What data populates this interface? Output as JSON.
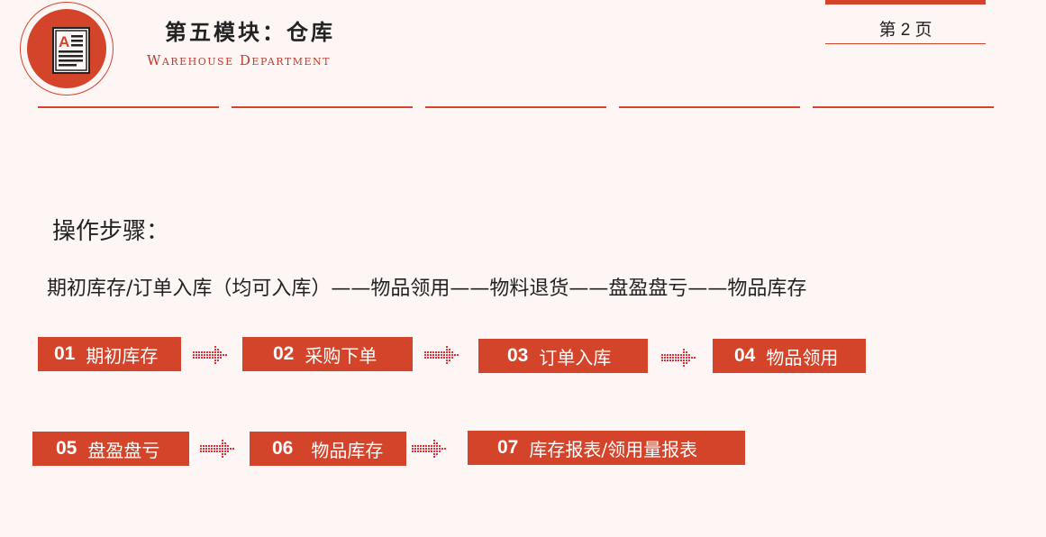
{
  "header": {
    "title_cn": "第五模块：仓库",
    "title_en": "Warehouse Department",
    "page_number": "第 2 页"
  },
  "content": {
    "heading": "操作步骤：",
    "flow": "期初库存/订单入库（均可入库）——物品领用——物料退货——盘盈盘亏——物品库存"
  },
  "steps": [
    {
      "num": "01",
      "label": "期初库存"
    },
    {
      "num": "02",
      "label": "采购下单"
    },
    {
      "num": "03",
      "label": "订单入库"
    },
    {
      "num": "04",
      "label": "物品领用"
    },
    {
      "num": "05",
      "label": "盘盈盘亏"
    },
    {
      "num": "06",
      "label": "物品库存"
    },
    {
      "num": "07",
      "label": "库存报表/领用量报表"
    }
  ],
  "colors": {
    "accent": "#d4442a",
    "background": "#fdf6f5"
  },
  "icons": {
    "logo": "document-icon",
    "arrow": "dotted-arrow-icon"
  }
}
